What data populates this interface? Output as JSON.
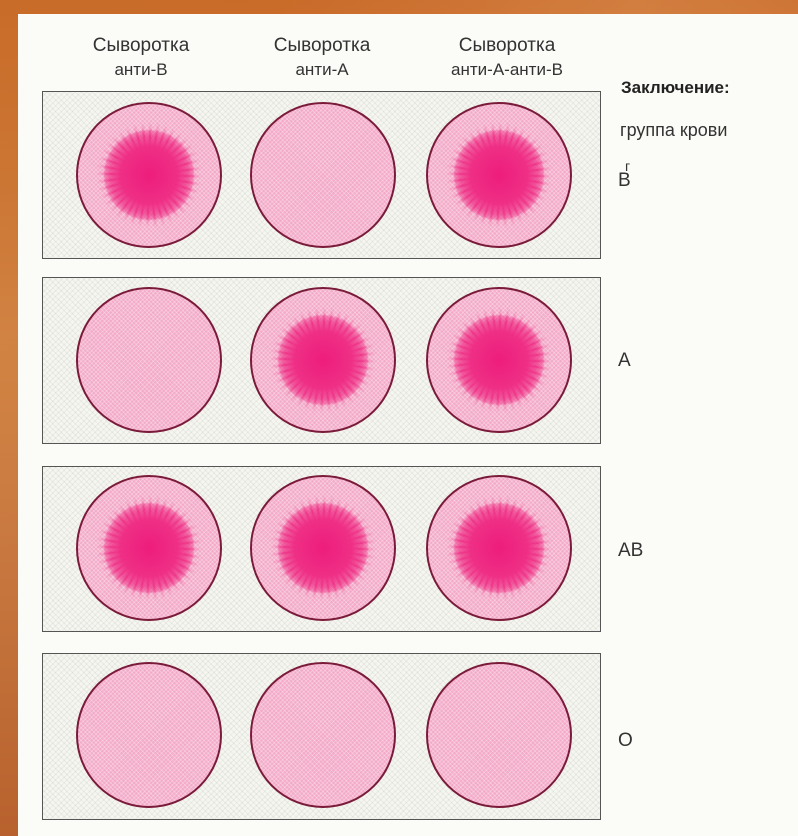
{
  "headers": [
    {
      "line1": "Сыворотка",
      "line2": "анти-B"
    },
    {
      "line1": "Сыворотка",
      "line2": "анти-A"
    },
    {
      "line1": "Сыворотка",
      "line2": "анти-А-анти-B"
    }
  ],
  "conclusion": {
    "title": "Заключение:",
    "subtitle": "группа крови"
  },
  "rows": [
    {
      "label": "B",
      "mark": "г",
      "agglutination": [
        true,
        false,
        true
      ]
    },
    {
      "label": "A",
      "agglutination": [
        false,
        true,
        true
      ]
    },
    {
      "label": "AB",
      "agglutination": [
        true,
        true,
        true
      ]
    },
    {
      "label": "O",
      "agglutination": [
        false,
        false,
        false
      ]
    }
  ],
  "colors": {
    "well_fill": "#f3a9c8",
    "well_border": "#7a1b3a",
    "clump": "#ee1d7c"
  }
}
